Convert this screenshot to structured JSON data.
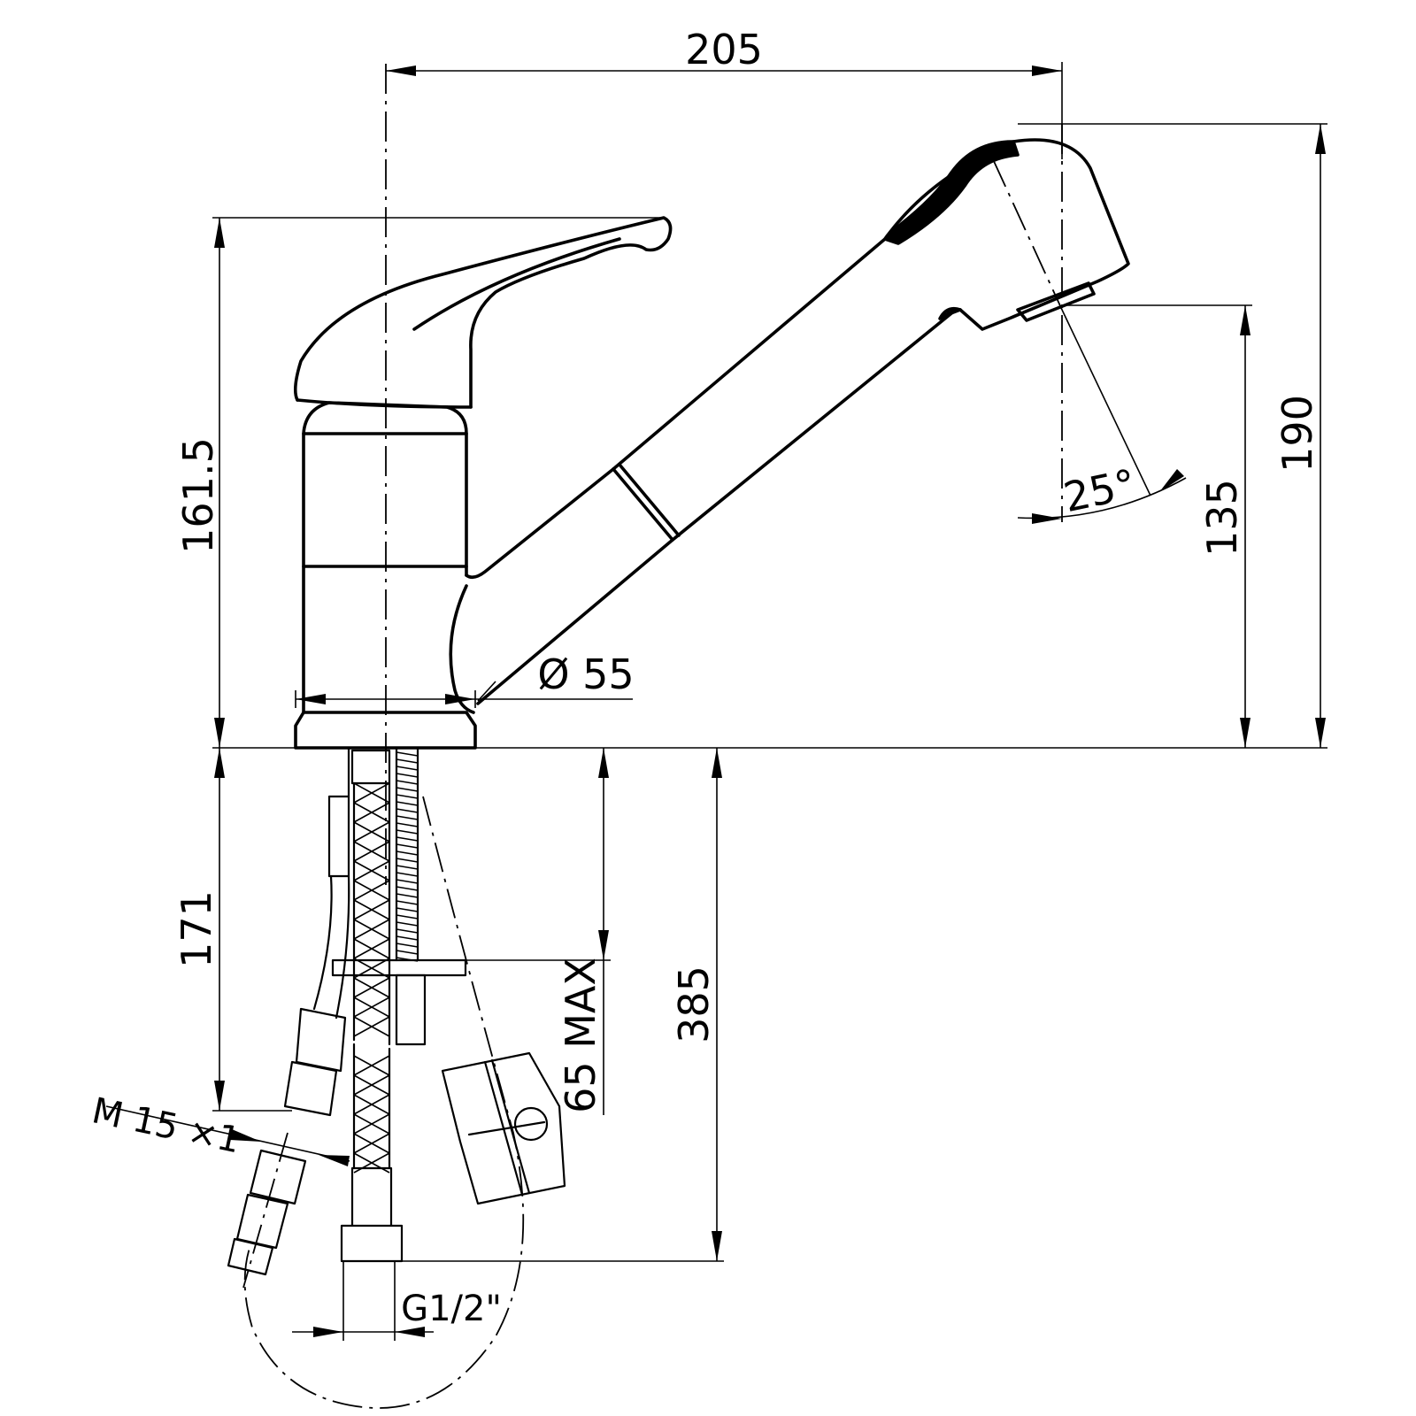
{
  "dimensions": {
    "width_top": "205",
    "height_handle": "161.5",
    "height_total": "190",
    "height_outlet": "135",
    "spray_angle": "25°",
    "base_diameter": "Ø 55",
    "hose_length_short": "171",
    "hose_length_long": "385",
    "counter_thickness": "65 MAX",
    "thread_hose": "M 15 ×1",
    "thread_connection": "G1/2\""
  }
}
